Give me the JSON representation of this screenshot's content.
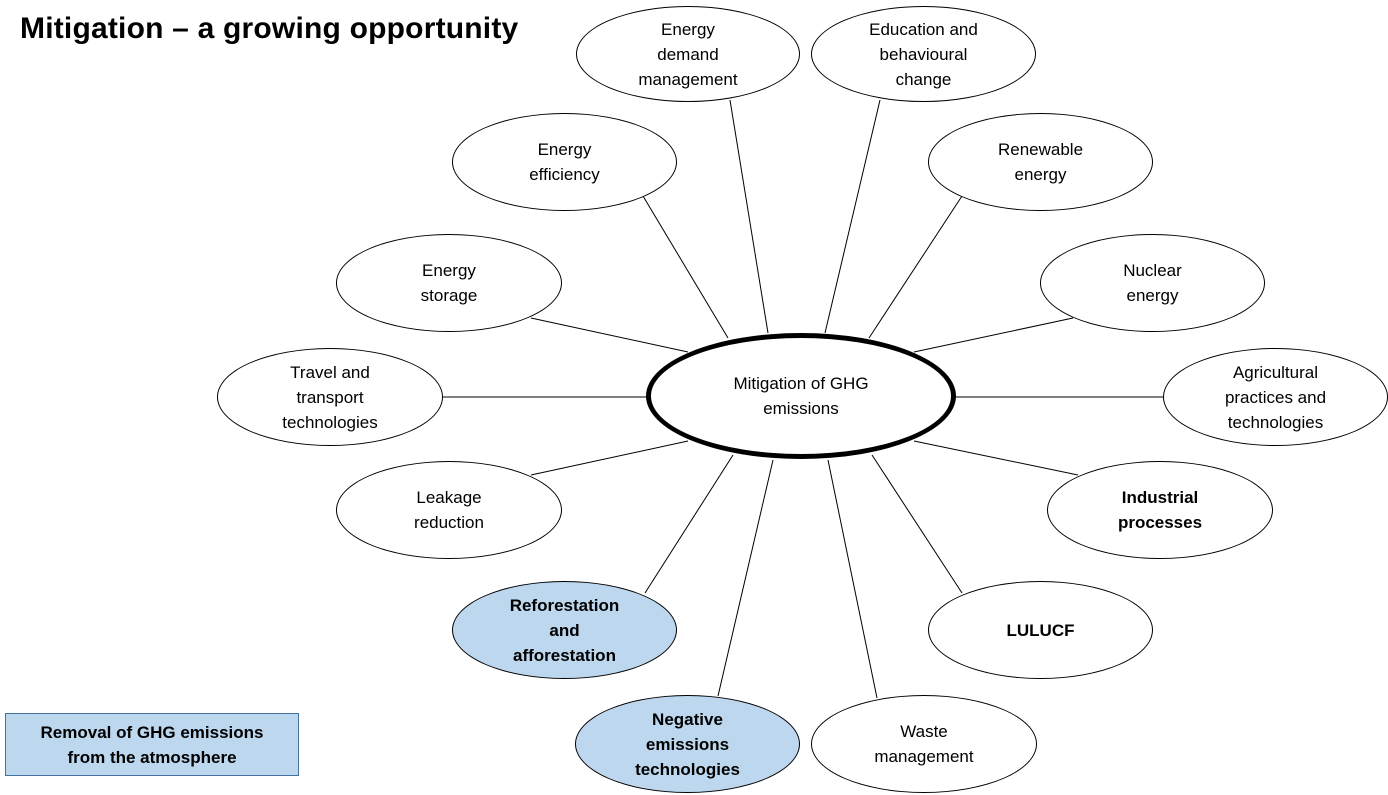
{
  "title": "Mitigation – a growing opportunity",
  "center": {
    "label": "Mitigation of GHG\nemissions"
  },
  "nodes": {
    "energy_demand": "Energy\ndemand\nmanagement",
    "education": "Education and\nbehavioural\nchange",
    "energy_efficiency": "Energy\nefficiency",
    "renewable": "Renewable\nenergy",
    "energy_storage": "Energy\nstorage",
    "nuclear": "Nuclear\nenergy",
    "travel": "Travel and\ntransport\ntechnologies",
    "agricultural": "Agricultural\npractices and\ntechnologies",
    "leakage": "Leakage\nreduction",
    "industrial": "Industrial\nprocesses",
    "reforestation": "Reforestation\nand\nafforestation",
    "lulucf": "LULUCF",
    "negative": "Negative\nemissions\ntechnologies",
    "waste": "Waste\nmanagement"
  },
  "legend": {
    "label": "Removal of GHG emissions\nfrom the atmosphere"
  },
  "colors": {
    "removal_fill": "#bdd7ee",
    "legend_border": "#41719c",
    "line": "#000000"
  }
}
